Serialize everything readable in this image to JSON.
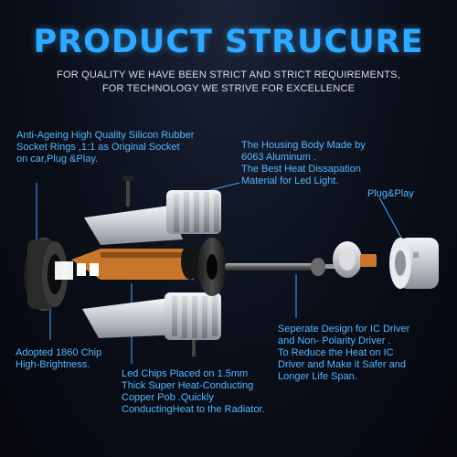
{
  "header": {
    "title": "PRODUCT STRUCURE",
    "subtitle_line1": "FOR QUALITY WE HAVE BEEN STRICT AND STRICT REQUIREMENTS,",
    "subtitle_line2": "FOR TECHNOLOGY WE STRIVE FOR EXCELLENCE"
  },
  "callouts": {
    "socket_rings": [
      "Anti-Ageing High Quality Silicon Rubber",
      "Socket Rings ,1:1 as Original Socket",
      "on car,Plug &Play."
    ],
    "housing_body": [
      "The Housing Body Made by",
      "6063 Aluminum .",
      "The Best Heat Dissapation",
      "Material for Led Light."
    ],
    "plug_play": [
      "Plug&Play"
    ],
    "chip": [
      "Adopted 1860 Chip",
      "High-Brightness."
    ],
    "led_chips": [
      "Led Chips Placed on 1.5mm",
      "Thick Super Heat-Conducting",
      "Copper Pob .Quickly",
      "ConductingHeat to the Radiator."
    ],
    "separate_design": [
      "Seperate Design for IC Driver",
      "and Non- Polarity Driver .",
      "To Reduce the  Heat on IC",
      "Driver and Make it Safer and",
      "Longer Life Span."
    ]
  },
  "colors": {
    "title": "#2fa9ff",
    "callout": "#55b6ff",
    "leader_line": "#4aa8ff",
    "background": "#0b0f1a",
    "pcb": "#c8762a",
    "led_chip": "#ffffff"
  }
}
